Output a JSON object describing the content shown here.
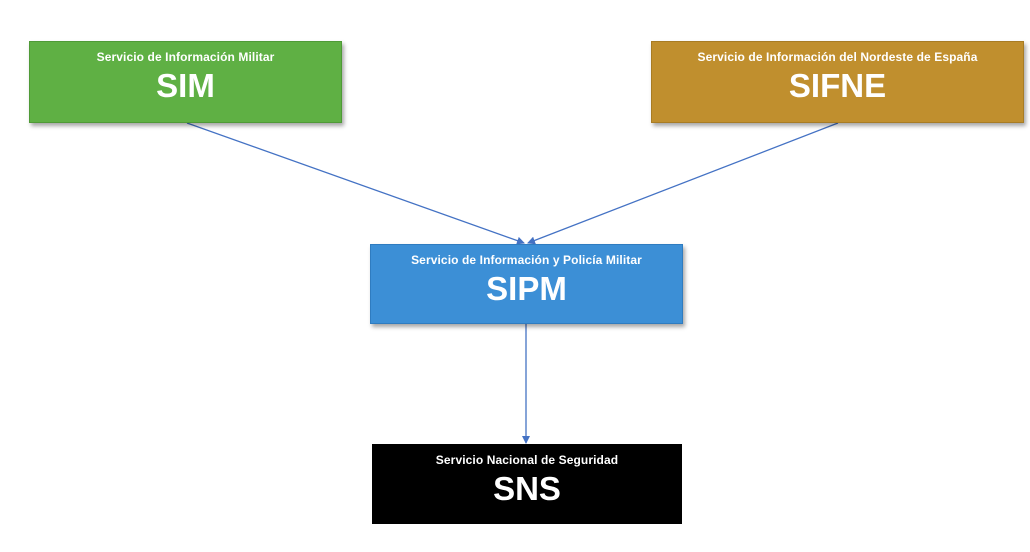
{
  "diagram": {
    "nodes": [
      {
        "id": "sim",
        "full_name": "Servicio de Información Militar",
        "abbr": "SIM",
        "color": "#5fb044"
      },
      {
        "id": "sifne",
        "full_name": "Servicio de Información del Nordeste de España",
        "abbr": "SIFNE",
        "color": "#c08f2e"
      },
      {
        "id": "sipm",
        "full_name": "Servicio de Información y Policía Militar",
        "abbr": "SIPM",
        "color": "#3c8fd6"
      },
      {
        "id": "sns",
        "full_name": "Servicio Nacional de Seguridad",
        "abbr": "SNS",
        "color": "#000000"
      }
    ],
    "edges": [
      {
        "from": "sim",
        "to": "sipm"
      },
      {
        "from": "sifne",
        "to": "sipm"
      },
      {
        "from": "sipm",
        "to": "sns"
      }
    ],
    "connector_color": "#4472c4"
  }
}
